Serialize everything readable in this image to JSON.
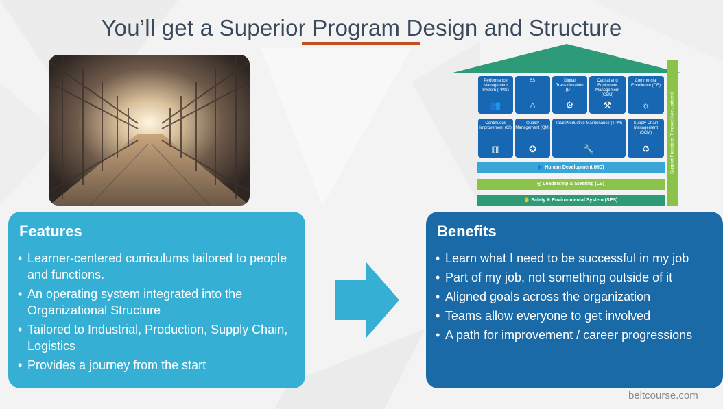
{
  "title": "You’ll get a Superior Program Design and Structure",
  "features": {
    "heading": "Features",
    "items": [
      "Learner-centered curriculums tailored to people and functions.",
      "An operating system integrated into the Organizational Structure",
      "Tailored to Industrial, Production, Supply Chain, Logistics",
      "Provides a journey from the start"
    ]
  },
  "benefits": {
    "heading": "Benefits",
    "items": [
      "Learn what I need to be successful in my job",
      "Part of my job, not something outside of it",
      "Aligned goals across the organization",
      "Teams allow everyone to get involved",
      "A path for improvement / career progressions"
    ]
  },
  "house": {
    "tiles": [
      "Performance Management System (PMS)",
      "5S",
      "Digital Transformation (DT)",
      "Capital and Equipment Management (CEM)",
      "Commercial Excellence (CE)",
      "Continuous Improvement (CI)",
      "Quality Management (QM)",
      "Total Productive Maintenance (TPM)",
      "Supply Chain Management (SCM)"
    ],
    "bars": [
      "Human Development (HD)",
      "Leadership & Steering (LS)",
      "Safety & Environmental System (SES)"
    ],
    "support": "Support Functions (Finance/Acct., others)",
    "colors": {
      "roof": "#2e9b78",
      "tile": "#1767b2",
      "hd": "#3aa6d8",
      "ls": "#8bc34a",
      "ses": "#2e9b78",
      "support": "#8bc34a"
    }
  },
  "colors": {
    "features": "#35b0d4",
    "benefits": "#1b6aa8",
    "arrow": "#35b0d4",
    "underline": "#c0501f",
    "title": "#3a4a5c"
  },
  "watermark": "beltcourse.com"
}
